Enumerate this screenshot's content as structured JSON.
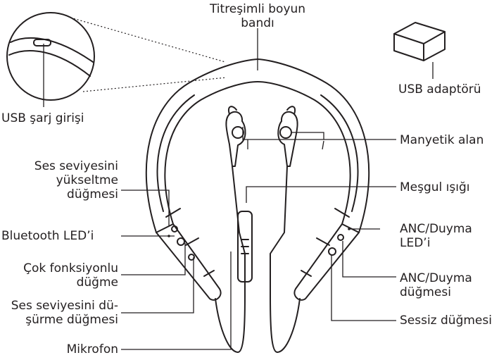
{
  "labels": {
    "neckband": [
      "Titreşimli boyun",
      "bandı"
    ],
    "usb_adapter": "USB adaptörü",
    "usb_charge": "USB şarj girişi",
    "magnetic": "Manyetik alan",
    "volume_up": [
      "Ses seviyesini",
      "yükseltme",
      "düğmesi"
    ],
    "busy_light": "Meşgul ışığı",
    "bt_led": "Bluetooth LED’i",
    "anc_led": [
      "ANC/Duyma",
      "LED’i"
    ],
    "multifunction": [
      "Çok fonksiyonlu",
      "düğme"
    ],
    "anc_button": [
      "ANC/Duyma",
      "düğmesi"
    ],
    "volume_down": [
      "Ses seviyesini dü-",
      "şürme düğmesi"
    ],
    "mute": "Sessiz düğmesi",
    "microphone": "Mikrofon"
  }
}
